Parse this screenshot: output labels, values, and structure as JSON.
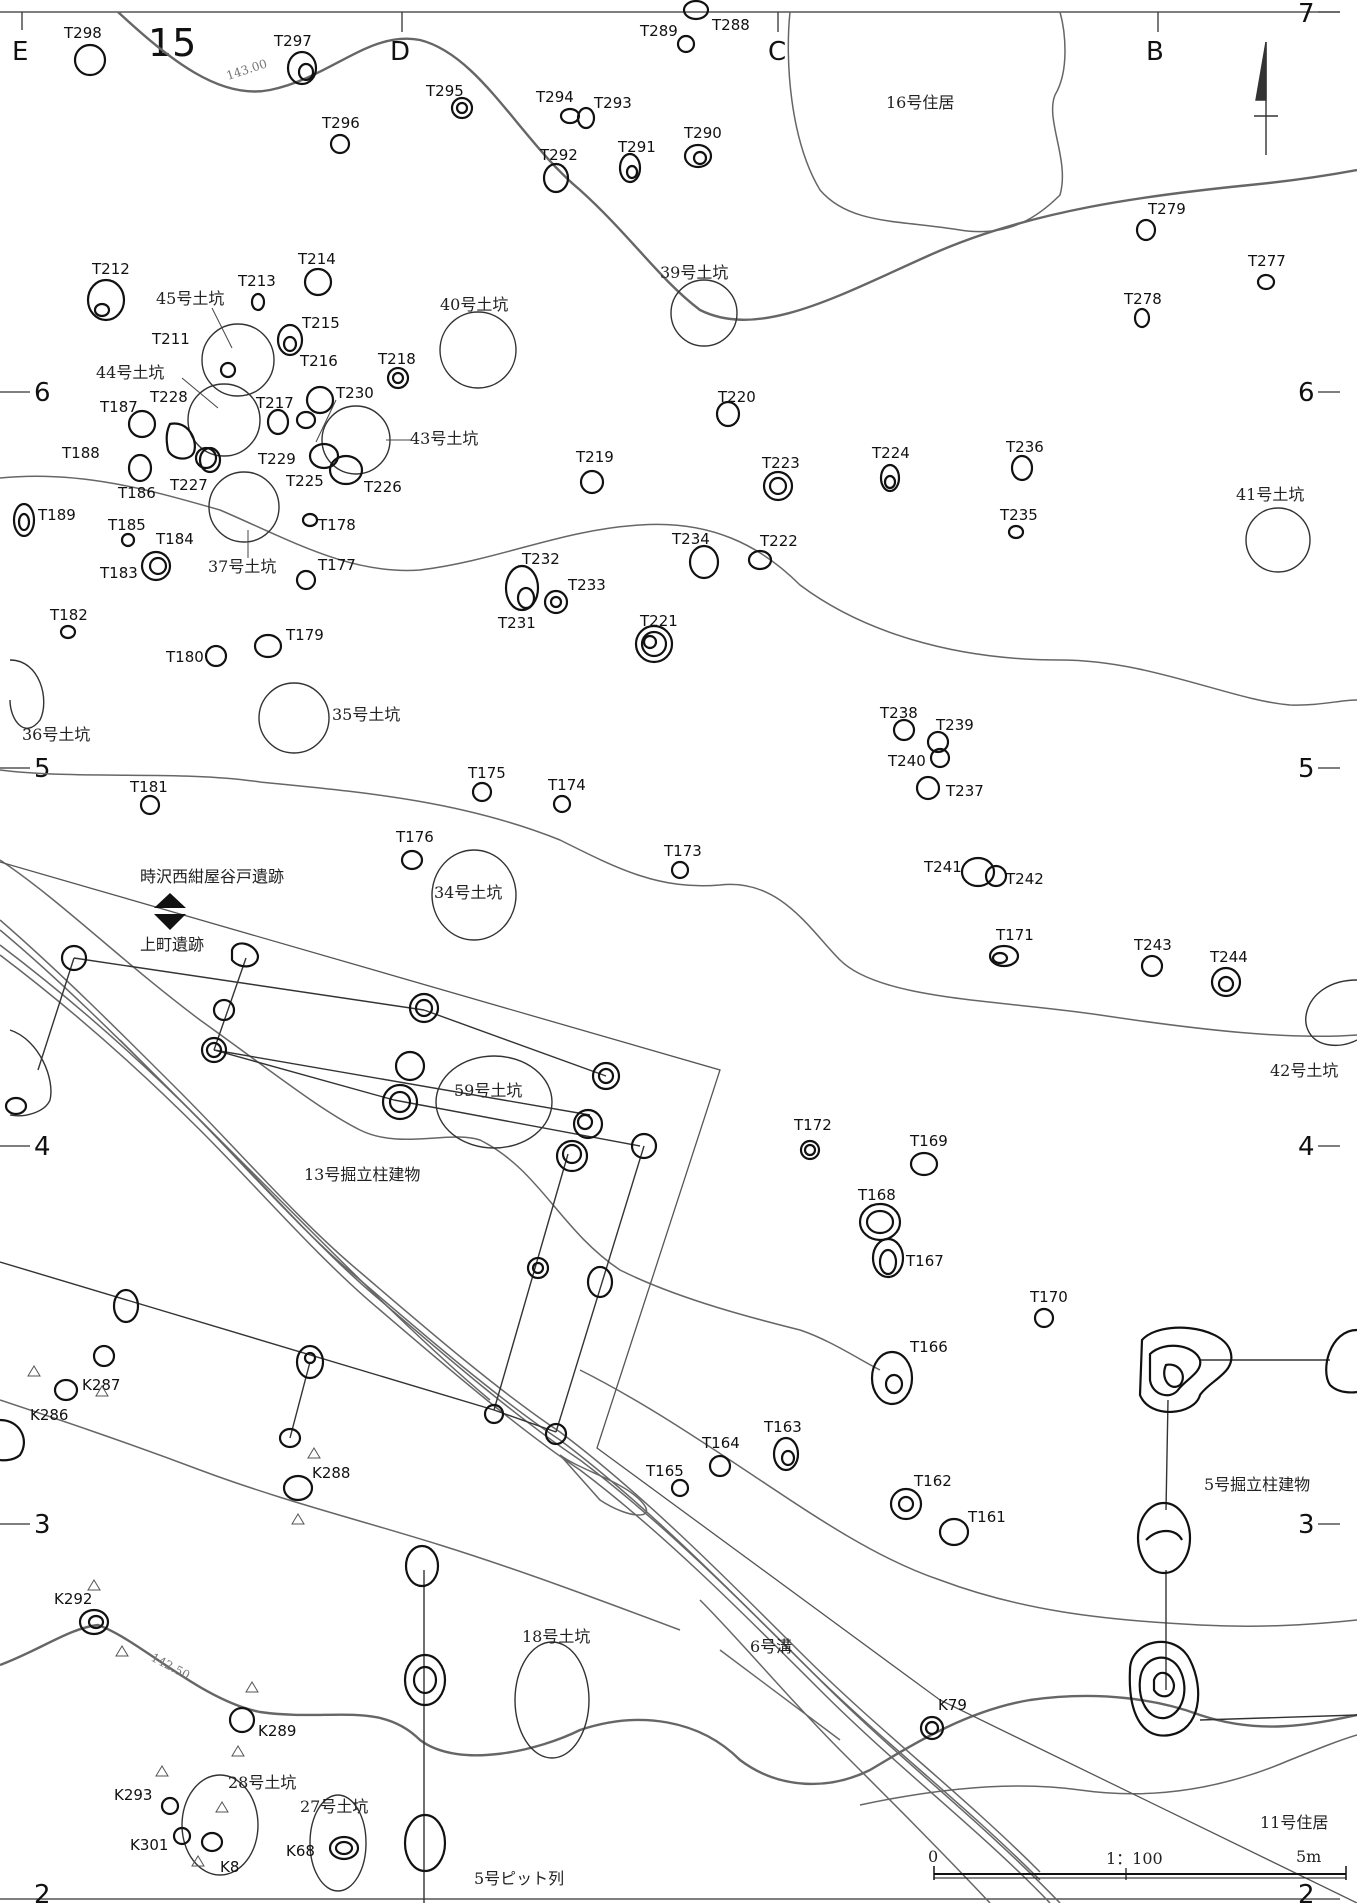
{
  "sheet_number": "15",
  "grid": {
    "columns": [
      "E",
      "D",
      "C",
      "B"
    ],
    "rows_right": [
      "7",
      "6",
      "5",
      "4",
      "3",
      "2"
    ],
    "rows_left": [
      "6",
      "5",
      "4",
      "3",
      "2"
    ]
  },
  "contours": [
    "143.00",
    "142.50"
  ],
  "site_boundary": {
    "north": "時沢西紺屋谷戸遺跡",
    "south": "上町遺跡"
  },
  "features": {
    "dwellings": [
      "16号住居",
      "11号住居"
    ],
    "pits": [
      "39号土坑",
      "40号土坑",
      "45号土坑",
      "44号土坑",
      "43号土坑",
      "37号土坑",
      "41号土坑",
      "35号土坑",
      "36号土坑",
      "34号土坑",
      "42号土坑",
      "59号土坑",
      "18号土坑",
      "28号土坑",
      "27号土坑"
    ],
    "buildings": [
      "13号掘立柱建物",
      "5号掘立柱建物"
    ],
    "ditch": "6号溝",
    "pit_row": "5号ピット列"
  },
  "postholes": [
    "T298",
    "T297",
    "T289",
    "T288",
    "T295",
    "T294",
    "T293",
    "T296",
    "T292",
    "T291",
    "T290",
    "T279",
    "T277",
    "T278",
    "T212",
    "T213",
    "T214",
    "T215",
    "T216",
    "T211",
    "T218",
    "T217",
    "T230",
    "T228",
    "T187",
    "T229",
    "T225",
    "T226",
    "T227",
    "T188",
    "T186",
    "T189",
    "T178",
    "T185",
    "T184",
    "T183",
    "T177",
    "T220",
    "T219",
    "T223",
    "T224",
    "T236",
    "T235",
    "T232",
    "T233",
    "T231",
    "T234",
    "T222",
    "T182",
    "T179",
    "T180",
    "T221",
    "T238",
    "T239",
    "T240",
    "T237",
    "T181",
    "T175",
    "T174",
    "T176",
    "T173",
    "T241",
    "T242",
    "T171",
    "T243",
    "T244",
    "T172",
    "T169",
    "T168",
    "T167",
    "T170",
    "T166",
    "T163",
    "T164",
    "T165",
    "T162",
    "T161",
    "K79"
  ],
  "pits_k": [
    "K287",
    "K286",
    "K288",
    "K292",
    "K289",
    "K293",
    "K301",
    "K8",
    "K68"
  ],
  "scale_bar": {
    "start": "0",
    "ratio": "1：100",
    "end": "5m"
  },
  "colors": {
    "ink": "#111111",
    "contour": "#666666"
  }
}
